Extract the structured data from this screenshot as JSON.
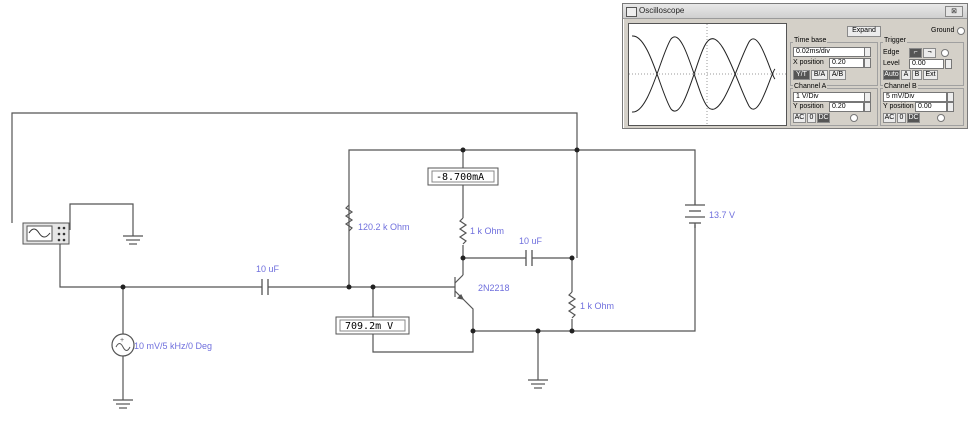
{
  "oscilloscope": {
    "title": "Oscilloscope",
    "close_label": "⊠",
    "expand_label": "Expand",
    "ground_label": "Ground",
    "timebase": {
      "group": "Time base",
      "scale": "0.02ms/div",
      "xpos_label": "X position",
      "xpos": "0.20",
      "modes": [
        "Y/T",
        "B/A",
        "A/B"
      ]
    },
    "trigger": {
      "group": "Trigger",
      "edge_label": "Edge",
      "level_label": "Level",
      "level": "0.00",
      "sources": [
        "Auto",
        "A",
        "B",
        "Ext"
      ]
    },
    "channel_a": {
      "group": "Channel A",
      "scale": "1 V/Div",
      "ypos_label": "Y position",
      "ypos": "0.20",
      "coupling": [
        "AC",
        "0",
        "DC"
      ]
    },
    "channel_b": {
      "group": "Channel B",
      "scale": "5 mV/Div",
      "ypos_label": "Y position",
      "ypos": "0.00",
      "coupling": [
        "AC",
        "0",
        "DC"
      ]
    }
  },
  "circuit": {
    "ammeter": "-8.700mA",
    "voltmeter": "709.2m V",
    "r_base": "120.2 k Ohm",
    "r_collector": "1 k Ohm",
    "r_load": "1 k Ohm",
    "c_out": "10 uF",
    "c_in": "10 uF",
    "transistor": "2N2218",
    "supply": "13.7 V",
    "source": "10 mV/5 kHz/0 Deg"
  },
  "colors": {
    "label": "#6f6fdd",
    "wire": "#555555"
  }
}
